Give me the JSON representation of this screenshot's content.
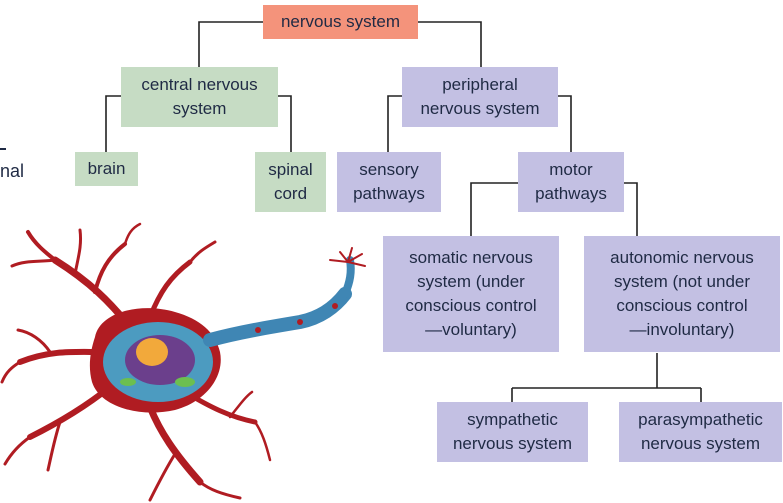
{
  "diagram": {
    "nodes": {
      "nervous_system": "nervous system",
      "central_nervous_system": "central nervous\nsystem",
      "peripheral_nervous_system": "peripheral\nnervous system",
      "brain": "brain",
      "spinal_cord": "spinal\ncord",
      "sensory_pathways": "sensory\npathways",
      "motor_pathways": "motor\npathways",
      "somatic_nervous_system": "somatic nervous\nsystem (under\nconscious control\n—voluntary)",
      "autonomic_nervous_system": "autonomic nervous\nsystem (not under\nconscious control\n—involuntary)",
      "sympathetic_nervous_system": "sympathetic\nnervous system",
      "parasympathetic_nervous_system": "parasympathetic\nnervous system"
    },
    "cutoff_text": "nal",
    "colors": {
      "root": "#f4937b",
      "central": "#c6dcc4",
      "peripheral": "#c3c0e3",
      "neuron_body": "#b01c22",
      "axon": "#3f86b4"
    },
    "image": "neuron-illustration"
  }
}
